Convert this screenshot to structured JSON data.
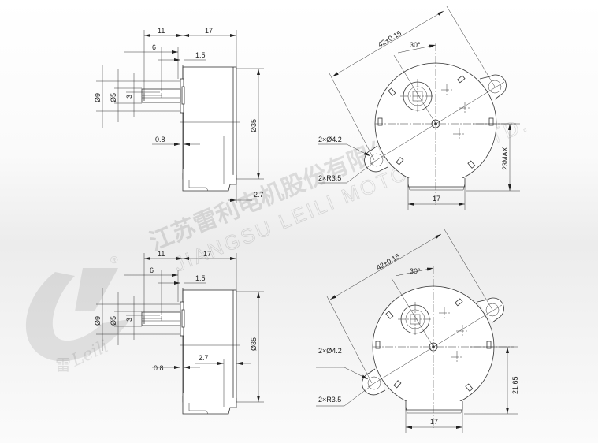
{
  "watermark": {
    "company_cn": "江苏雷利电机股份有限公司",
    "company_en": "JIANGSU LEILI MOTOR CO.,LTD.",
    "brand": "Leili",
    "brand_cn": "雷",
    "registered": "®"
  },
  "side_view_top": {
    "d11": "11",
    "d17": "17",
    "d6": "6",
    "d1_5": "1.5",
    "dia9": "Ø9",
    "dia5": "Ø5",
    "d3": "3",
    "dia35": "Ø35",
    "d0_8": "0.8",
    "d2_7": "2.7"
  },
  "side_view_bottom": {
    "d11": "11",
    "d17": "17",
    "d6": "6",
    "d1_5": "1.5",
    "dia9": "Ø9",
    "dia5": "Ø5",
    "d3": "3",
    "dia35": "Ø35",
    "d0_8": "0.8",
    "d2_7": "2.7"
  },
  "front_view_top": {
    "pitch": "42±0.15",
    "angle": "30°",
    "holes": "2×Ø4.2",
    "radius": "2×R3.5",
    "height": "23MAX",
    "width": "17"
  },
  "front_view_bottom": {
    "pitch": "42±0.15",
    "angle": "30°",
    "holes": "2×Ø4.2",
    "radius": "2×R3.5",
    "height": "21.65",
    "width": "17"
  }
}
